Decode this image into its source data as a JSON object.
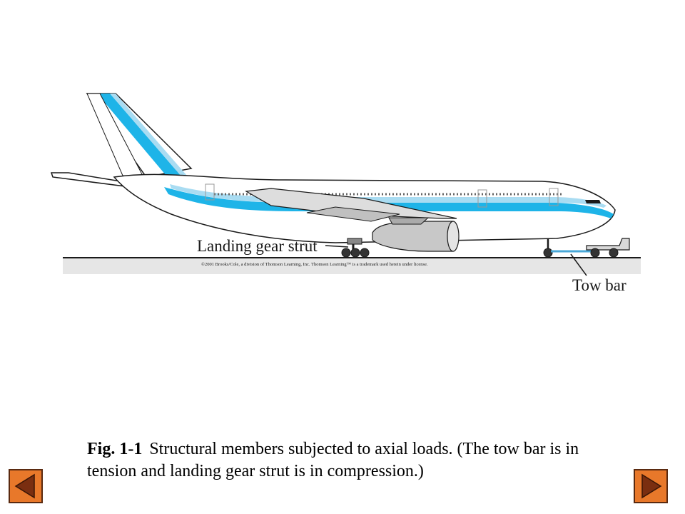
{
  "diagram": {
    "labels": {
      "landing_gear": "Landing gear strut",
      "tow_bar": "Tow bar"
    },
    "copyright": "©2001 Brooks/Cole, a division of Thomson Learning, Inc.  Thomson Learning™ is a trademark used herein under license.",
    "colors": {
      "stripe": "#1eb4e8",
      "stripe_light": "#a9dcf2",
      "outline": "#1a1a1a",
      "body": "#ffffff",
      "ground": "#1a1a1a",
      "ground_shadow": "#e6e6e6",
      "engine": "#c8c8c8"
    }
  },
  "caption": {
    "fig_num": "Fig. 1-1",
    "text": "Structural members subjected to axial loads.  (The tow bar is in tension and landing gear strut is in compression.)"
  },
  "nav": {
    "prev_icon": "left-triangle-icon",
    "next_icon": "right-triangle-icon",
    "button_color": "#e8782a",
    "arrow_color": "#7a2e10"
  }
}
